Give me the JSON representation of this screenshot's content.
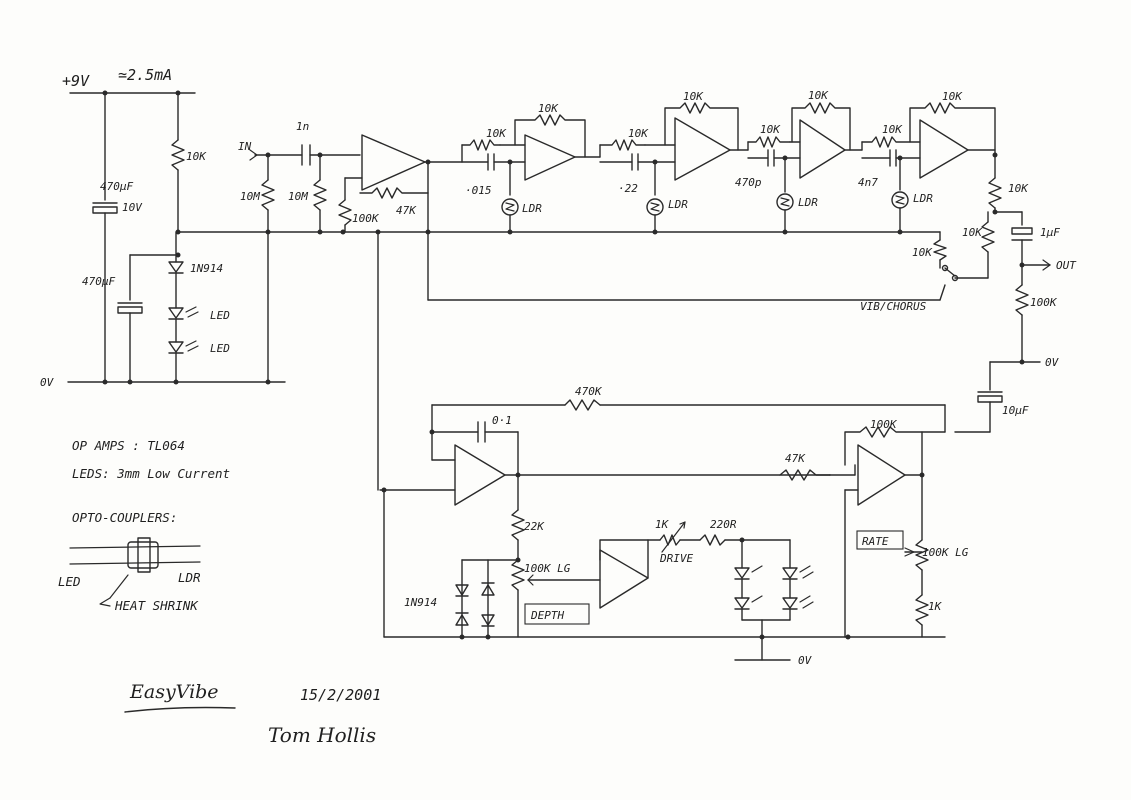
{
  "supply": {
    "voltage": "+9V",
    "current": "≃2.5mA",
    "ground": "0V"
  },
  "input": {
    "label": "IN",
    "cap": "1n",
    "bias_left": "10M",
    "bias_right": "10M"
  },
  "output": {
    "label": "OUT",
    "cap": "1μF",
    "series_r": "10K",
    "pot": "10K",
    "to_ground": "100K",
    "mix_r": "10K"
  },
  "power_parts": {
    "c_main": "470μF",
    "c_main_v": "10V",
    "r_divider": "10K",
    "diode": "1N914",
    "c_ref": "470μF",
    "led1": "LED",
    "led2": "LED"
  },
  "input_stage": {
    "r_bias": "100K",
    "r_fb": "47K"
  },
  "phase_stages": [
    {
      "r_in": "10K",
      "r_fb": "10K",
      "cap": "·015",
      "ldr": "LDR"
    },
    {
      "r_in": "10K",
      "r_fb": "10K",
      "cap": "·22",
      "ldr": "LDR"
    },
    {
      "r_in": "10K",
      "r_fb": "10K",
      "cap": "470p",
      "ldr": "LDR"
    },
    {
      "r_in": "10K",
      "r_fb": "10K",
      "cap": "4n7",
      "ldr": "LDR"
    }
  ],
  "switch_label": "VIB/CHORUS",
  "lfo": {
    "r_470k": "470K",
    "c_int": "0·1",
    "r_47k": "47K",
    "r_100k": "100K",
    "c_10u": "10μF",
    "r_22k": "22K",
    "diode": "1N914",
    "depth_pot": "100K LG",
    "depth_box": "DEPTH",
    "r_1k_drive": "1K",
    "drive": "DRIVE",
    "r_220": "220R",
    "rate_box": "RATE",
    "rate_pot": "100K LG",
    "r_1k": "1K",
    "ground": "0V"
  },
  "notes": {
    "opamps": "OP AMPS : TL064",
    "leds": "LEDS: 3mm Low Current",
    "opto": "OPTO-COUPLERS:",
    "opto_led": "LED",
    "opto_ldr": "LDR",
    "heat_shrink": "HEAT SHRINK"
  },
  "title": "EasyVibe",
  "date": "15/2/2001",
  "signature": "Tom Hollis"
}
